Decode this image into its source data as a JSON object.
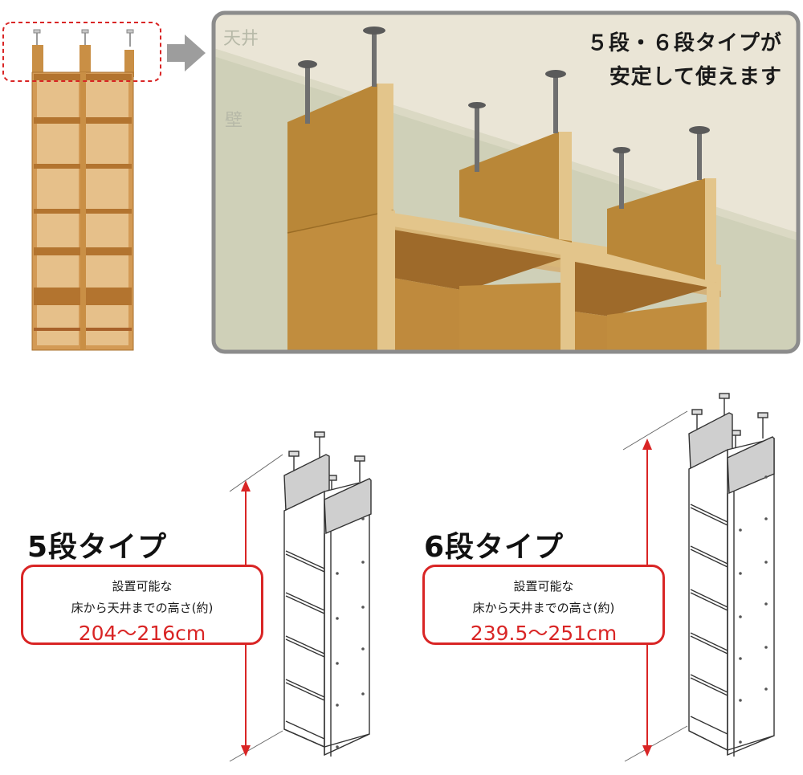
{
  "zoom": {
    "ceiling_label": "天井",
    "wall_label": "壁",
    "headline_line1": "５段・６段タイプが",
    "headline_line2": "安定して使えます"
  },
  "types": [
    {
      "title": "5段タイプ",
      "caption_line1": "設置可能な",
      "caption_line2": "床から天井までの高さ(約)",
      "height_range": "204～216cm"
    },
    {
      "title": "6段タイプ",
      "caption_line1": "設置可能な",
      "caption_line2": "床から天井までの高さ(約)",
      "height_range": "239.5～251cm"
    }
  ],
  "colors": {
    "accent_red": "#d92525",
    "wood": "#c08a3e",
    "wood_light": "#e2c48b",
    "frame_gray": "#8c8c8c"
  }
}
